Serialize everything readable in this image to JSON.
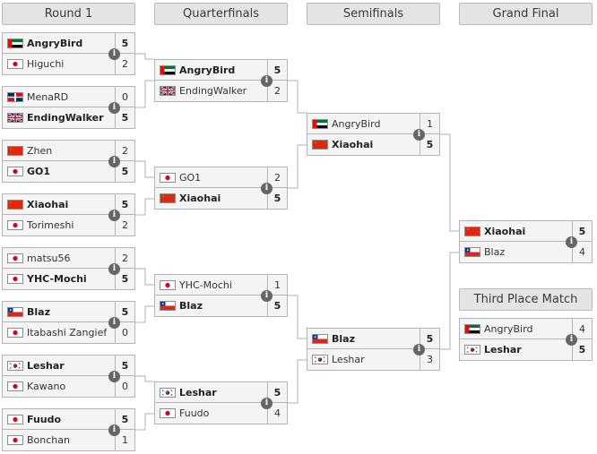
{
  "rounds": {
    "r1": "Round 1",
    "qf": "Quarterfinals",
    "sf": "Semifinals",
    "gf": "Grand Final",
    "third": "Third Place Match"
  },
  "info_symbol": "i",
  "colors": {
    "header_bg": "#e4e4e4",
    "border": "#b5b5b5",
    "cell_bg": "#f4f4f4",
    "connector": "#b0b0b0",
    "info_bg": "#666666"
  },
  "matches": {
    "r1_1": {
      "top": {
        "name": "AngryBird",
        "score": "5",
        "flag": "uae",
        "win": true
      },
      "bottom": {
        "name": "Higuchi",
        "score": "2",
        "flag": "japan",
        "win": false
      }
    },
    "r1_2": {
      "top": {
        "name": "MenaRD",
        "score": "0",
        "flag": "dominican-republic",
        "win": false
      },
      "bottom": {
        "name": "EndingWalker",
        "score": "5",
        "flag": "uk",
        "win": true
      }
    },
    "r1_3": {
      "top": {
        "name": "Zhen",
        "score": "2",
        "flag": "china",
        "win": false
      },
      "bottom": {
        "name": "GO1",
        "score": "5",
        "flag": "japan",
        "win": true
      }
    },
    "r1_4": {
      "top": {
        "name": "Xiaohai",
        "score": "5",
        "flag": "china",
        "win": true
      },
      "bottom": {
        "name": "Torimeshi",
        "score": "2",
        "flag": "japan",
        "win": false
      }
    },
    "r1_5": {
      "top": {
        "name": "matsu56",
        "score": "2",
        "flag": "japan",
        "win": false
      },
      "bottom": {
        "name": "YHC-Mochi",
        "score": "5",
        "flag": "japan",
        "win": true
      }
    },
    "r1_6": {
      "top": {
        "name": "Blaz",
        "score": "5",
        "flag": "chile",
        "win": true
      },
      "bottom": {
        "name": "Itabashi Zangief",
        "score": "0",
        "flag": "japan",
        "win": false
      }
    },
    "r1_7": {
      "top": {
        "name": "Leshar",
        "score": "5",
        "flag": "south-korea",
        "win": true
      },
      "bottom": {
        "name": "Kawano",
        "score": "0",
        "flag": "japan",
        "win": false
      }
    },
    "r1_8": {
      "top": {
        "name": "Fuudo",
        "score": "5",
        "flag": "japan",
        "win": true
      },
      "bottom": {
        "name": "Bonchan",
        "score": "1",
        "flag": "japan",
        "win": false
      }
    },
    "qf_1": {
      "top": {
        "name": "AngryBird",
        "score": "5",
        "flag": "uae",
        "win": true
      },
      "bottom": {
        "name": "EndingWalker",
        "score": "2",
        "flag": "uk",
        "win": false
      }
    },
    "qf_2": {
      "top": {
        "name": "GO1",
        "score": "2",
        "flag": "japan",
        "win": false
      },
      "bottom": {
        "name": "Xiaohai",
        "score": "5",
        "flag": "china",
        "win": true
      }
    },
    "qf_3": {
      "top": {
        "name": "YHC-Mochi",
        "score": "1",
        "flag": "japan",
        "win": false
      },
      "bottom": {
        "name": "Blaz",
        "score": "5",
        "flag": "chile",
        "win": true
      }
    },
    "qf_4": {
      "top": {
        "name": "Leshar",
        "score": "5",
        "flag": "south-korea",
        "win": true
      },
      "bottom": {
        "name": "Fuudo",
        "score": "4",
        "flag": "japan",
        "win": false
      }
    },
    "sf_1": {
      "top": {
        "name": "AngryBird",
        "score": "1",
        "flag": "uae",
        "win": false
      },
      "bottom": {
        "name": "Xiaohai",
        "score": "5",
        "flag": "china",
        "win": true
      }
    },
    "sf_2": {
      "top": {
        "name": "Blaz",
        "score": "5",
        "flag": "chile",
        "win": true
      },
      "bottom": {
        "name": "Leshar",
        "score": "3",
        "flag": "south-korea",
        "win": false
      }
    },
    "gf": {
      "top": {
        "name": "Xiaohai",
        "score": "5",
        "flag": "china",
        "win": true
      },
      "bottom": {
        "name": "Blaz",
        "score": "4",
        "flag": "chile",
        "win": false
      }
    },
    "third": {
      "top": {
        "name": "AngryBird",
        "score": "4",
        "flag": "uae",
        "win": false
      },
      "bottom": {
        "name": "Leshar",
        "score": "5",
        "flag": "south-korea",
        "win": true
      }
    }
  }
}
